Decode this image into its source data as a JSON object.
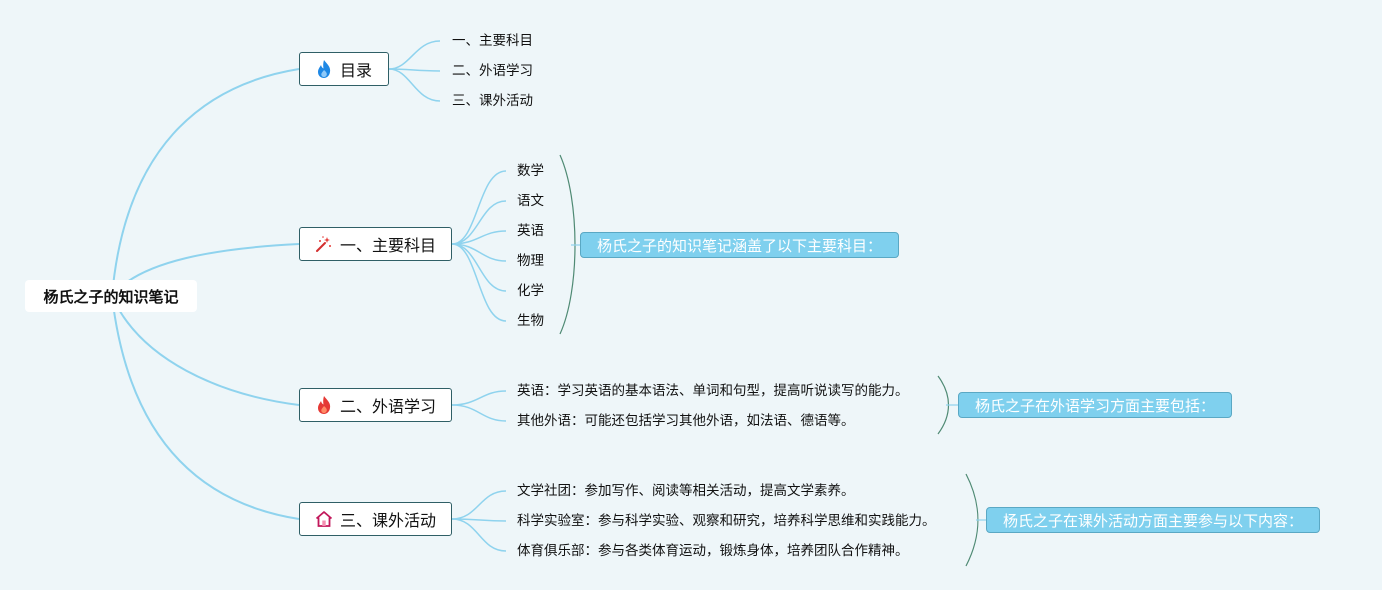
{
  "root": {
    "title": "杨氏之子的知识笔记"
  },
  "branches": [
    {
      "label": "目录",
      "icon": "blue-flame-icon",
      "leaves": [
        "一、主要科目",
        "二、外语学习",
        "三、课外活动"
      ]
    },
    {
      "label": "一、主要科目",
      "icon": "sparkle-wand-icon",
      "leaves": [
        "数学",
        "语文",
        "英语",
        "物理",
        "化学",
        "生物"
      ],
      "summary": "杨氏之子的知识笔记涵盖了以下主要科目："
    },
    {
      "label": "二、外语学习",
      "icon": "red-flame-icon",
      "leaves": [
        "英语：学习英语的基本语法、单词和句型，提高听说读写的能力。",
        "其他外语：可能还包括学习其他外语，如法语、德语等。"
      ],
      "summary": "杨氏之子在外语学习方面主要包括："
    },
    {
      "label": "三、课外活动",
      "icon": "house-icon",
      "leaves": [
        "文学社团：参加写作、阅读等相关活动，提高文学素养。",
        "科学实验室：参与科学实验、观察和研究，培养科学思维和实践能力。",
        "体育俱乐部：参与各类体育运动，锻炼身体，培养团队合作精神。"
      ],
      "summary": "杨氏之子在课外活动方面主要参与以下内容："
    }
  ],
  "colors": {
    "connector": "#8fd3ee",
    "bracket": "#4f8a74",
    "summary_fill": "#7fd0ee"
  }
}
